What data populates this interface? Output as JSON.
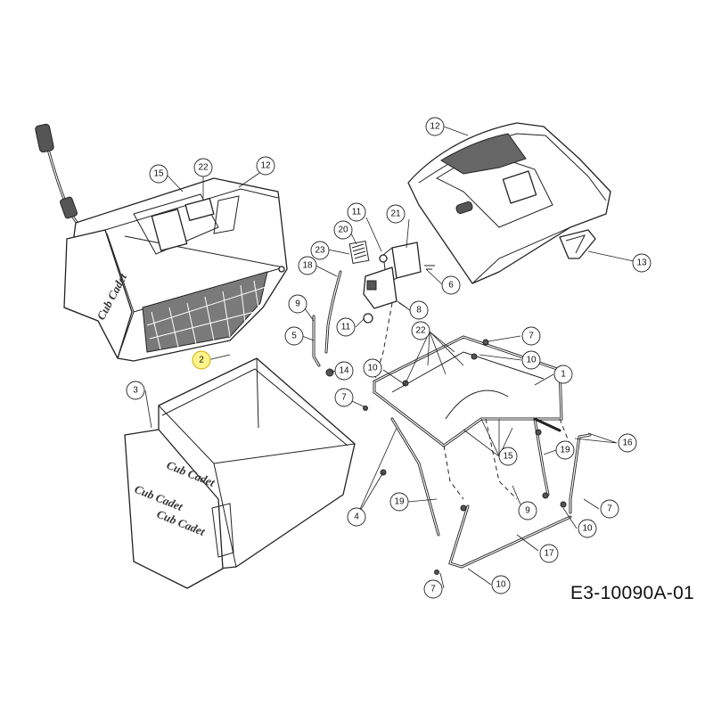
{
  "drawing": {
    "code": "E3-10090A-01",
    "brand_mark": "Cub Cadet",
    "highlight_color": "#fff38a"
  },
  "callouts": [
    {
      "label": "15"
    },
    {
      "label": "22"
    },
    {
      "label": "12"
    },
    {
      "label": "12"
    },
    {
      "label": "11"
    },
    {
      "label": "21"
    },
    {
      "label": "20"
    },
    {
      "label": "23"
    },
    {
      "label": "18"
    },
    {
      "label": "13"
    },
    {
      "label": "6"
    },
    {
      "label": "9"
    },
    {
      "label": "8"
    },
    {
      "label": "5"
    },
    {
      "label": "11"
    },
    {
      "label": "22"
    },
    {
      "label": "7"
    },
    {
      "label": "2",
      "highlighted": true
    },
    {
      "label": "14"
    },
    {
      "label": "10"
    },
    {
      "label": "10"
    },
    {
      "label": "1"
    },
    {
      "label": "3"
    },
    {
      "label": "7"
    },
    {
      "label": "16"
    },
    {
      "label": "15"
    },
    {
      "label": "19"
    },
    {
      "label": "4"
    },
    {
      "label": "19"
    },
    {
      "label": "9"
    },
    {
      "label": "7"
    },
    {
      "label": "10"
    },
    {
      "label": "17"
    },
    {
      "label": "7"
    },
    {
      "label": "10"
    }
  ]
}
